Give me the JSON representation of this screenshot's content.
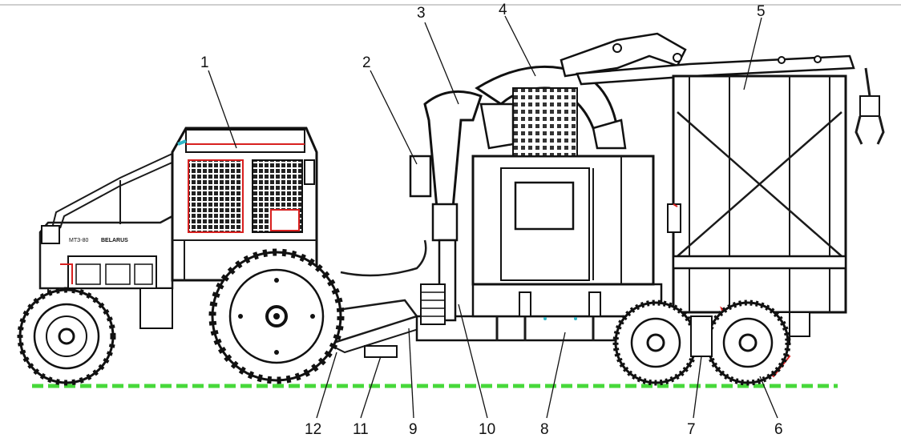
{
  "diagram": {
    "callouts": [
      "1",
      "2",
      "3",
      "4",
      "5",
      "6",
      "7",
      "8",
      "9",
      "10",
      "11",
      "12"
    ],
    "colors": {
      "ground": "#47d83a",
      "accent_red": "#d8201f",
      "accent_cyan": "#2fb7c7",
      "line": "#1a1a1a"
    },
    "tractor_badge": "BELARUS",
    "tractor_model": "МТЗ-80"
  }
}
